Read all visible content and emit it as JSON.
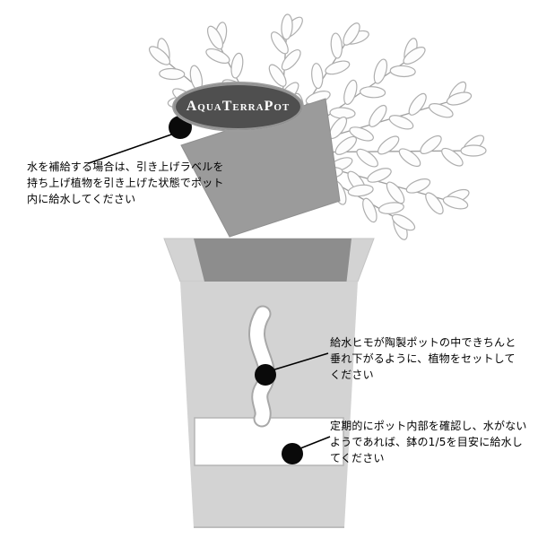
{
  "badge": {
    "label": "AquaTerraPot"
  },
  "annotations": {
    "refill": {
      "text": "水を補給する場合は、引き上げラベルを\n持ち上げ植物を引き上げた状態でポット\n内に給水してください"
    },
    "wick": {
      "text": "給水ヒモが陶製ポットの中できちんと\n垂れ下がるように、植物をセットして\nください"
    },
    "check": {
      "text": "定期的にポット内部を確認し、水がない\nようであれば、鉢の1/5を目安に給水し\nてください"
    }
  },
  "colors": {
    "outer_pot": "#d3d3d3",
    "inner_pot": "#9b9b9b",
    "inner_pot_inside": "#8d8d8d",
    "wick": "#ffffff",
    "water_reservoir": "#ffffff",
    "leaf_outline": "#aeaeae",
    "badge_bg": "#4f4f4f",
    "callout": "#0a0a0a"
  }
}
